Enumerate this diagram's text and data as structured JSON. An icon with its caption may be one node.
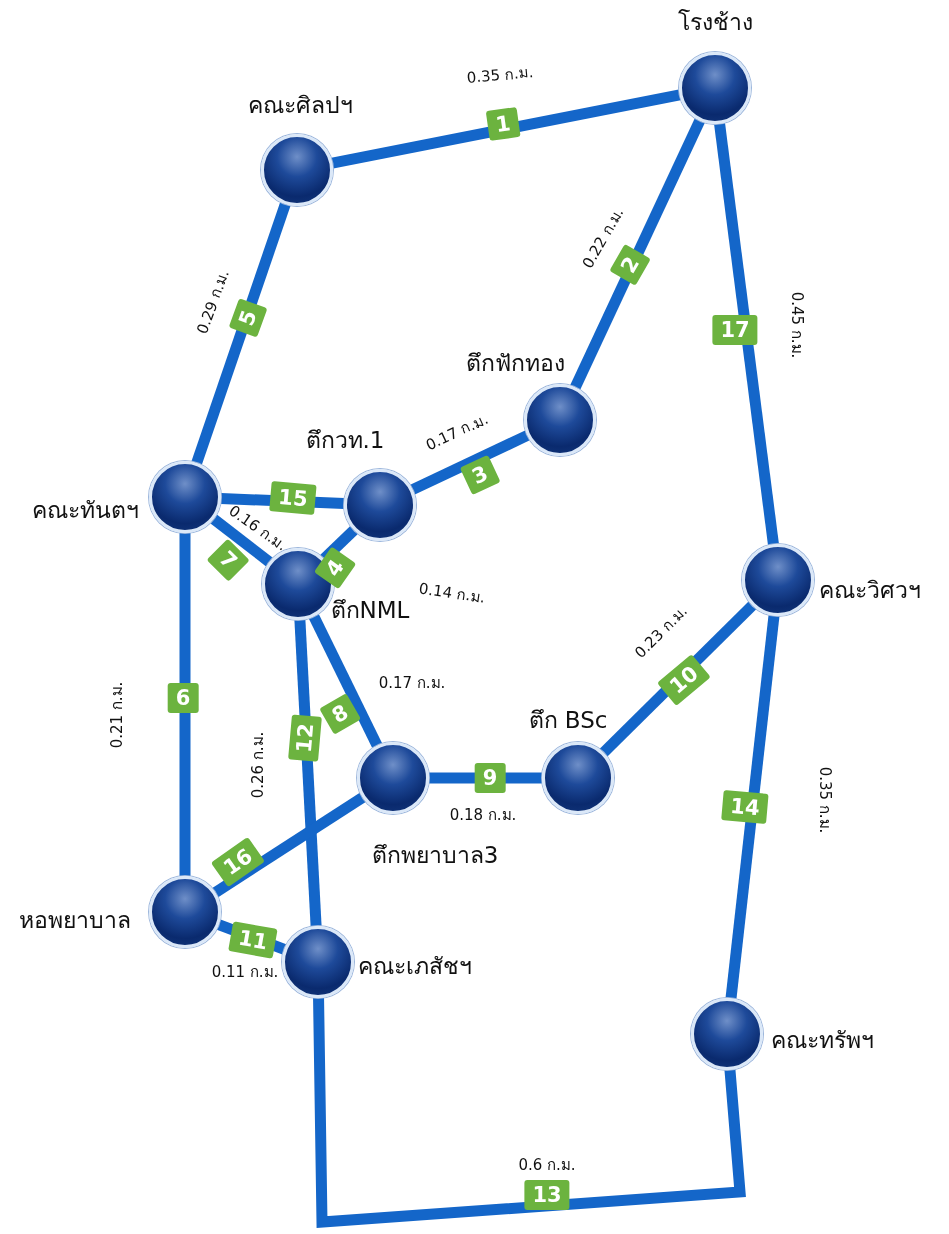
{
  "diagram": {
    "nodes": [
      {
        "text": [
          "คณะศิลปฯ"
        ]
      },
      {
        "text": [
          "โรงช้าง"
        ]
      },
      {
        "text": [
          "ตึกฟักทอง"
        ]
      },
      {
        "text": [
          "ตึกวท.1"
        ]
      },
      {
        "text": [
          "คณะทันตฯ"
        ]
      },
      {
        "text": [
          "ตึกNML"
        ]
      },
      {
        "text": [
          "คณะวิศวฯ"
        ]
      },
      {
        "text": [
          "ตึก BSc"
        ]
      },
      {
        "text": [
          "ตึกพยาบาล3"
        ]
      },
      {
        "text": [
          "หอพยาบาล"
        ]
      },
      {
        "text": [
          "คณะเภสัชฯ"
        ]
      },
      {
        "text": [
          "คณะทรัพฯ"
        ]
      }
    ],
    "edges": [
      {
        "from": 0,
        "to": 1,
        "arrow": "none",
        "label": "1"
      },
      {
        "from": 1,
        "to": 2,
        "arrow": "none",
        "label": "2"
      },
      {
        "from": 3,
        "to": 2,
        "arrow": "none",
        "label": "3"
      },
      {
        "from": 5,
        "to": 3,
        "arrow": "none",
        "label": "4"
      },
      {
        "from": 0,
        "to": 4,
        "arrow": "none",
        "label": "5"
      },
      {
        "from": 4,
        "to": 9,
        "arrow": "none",
        "label": "6"
      },
      {
        "from": 4,
        "to": 5,
        "arrow": "none",
        "label": "7"
      },
      {
        "from": 5,
        "to": 8,
        "arrow": "none",
        "label": "8"
      },
      {
        "from": 8,
        "to": 7,
        "arrow": "none",
        "label": "9"
      },
      {
        "from": 7,
        "to": 6,
        "arrow": "none",
        "label": "10"
      },
      {
        "from": 9,
        "to": 10,
        "arrow": "none",
        "label": "11"
      },
      {
        "from": 5,
        "to": 10,
        "arrow": "none",
        "label": "12"
      },
      {
        "from": 10,
        "to": 11,
        "arrow": "none",
        "label": "13"
      },
      {
        "from": 6,
        "to": 11,
        "arrow": "none",
        "label": "14"
      },
      {
        "from": 4,
        "to": 3,
        "arrow": "none",
        "label": "15"
      },
      {
        "from": 9,
        "to": 8,
        "arrow": "none",
        "label": "16"
      },
      {
        "from": 1,
        "to": 6,
        "arrow": "none",
        "label": "17"
      }
    ],
    "labels": [
      "0.35 ก.ม.",
      "0.22 ก.ม.",
      "0.17 ก.ม.",
      "0.14 ก.ม.",
      "0.29 ก.ม.",
      "0.21 ก.ม.",
      "0.16 ก.ม.",
      "0.17 ก.ม.",
      "0.18 ก.ม.",
      "0.23 ก.ม.",
      "0.11 ก.ม.",
      "0.26 ก.ม.",
      "0.6 ก.ม.",
      "0.35 ก.ม.",
      "0.45 ก.ม."
    ]
  }
}
